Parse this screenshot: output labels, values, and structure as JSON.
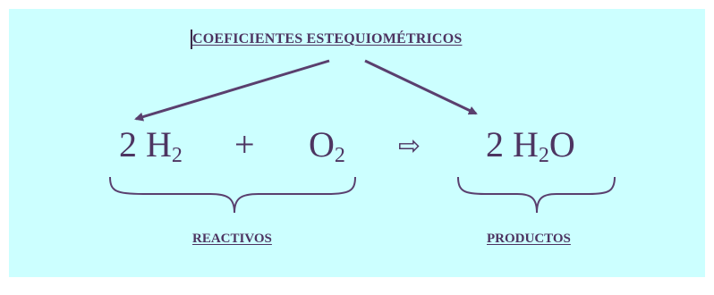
{
  "title": "COEFICIENTES ESTEQUIOMÉTRICOS",
  "equation": {
    "reactant1": {
      "coefficient": "2 ",
      "symbol": "H",
      "subscript": "2"
    },
    "plus": "+",
    "reactant2": {
      "symbol": "O",
      "subscript": "2"
    },
    "arrow": "⇨",
    "product": {
      "coefficient": "2 ",
      "symbol": "H",
      "subscript": "2",
      "tail": "O"
    }
  },
  "labels": {
    "reactants": "REACTIVOS",
    "products": "PRODUCTOS"
  },
  "colors": {
    "background": "#ccffff",
    "ink": "#4d3461",
    "arrow_stroke": "#5a3f6e"
  }
}
